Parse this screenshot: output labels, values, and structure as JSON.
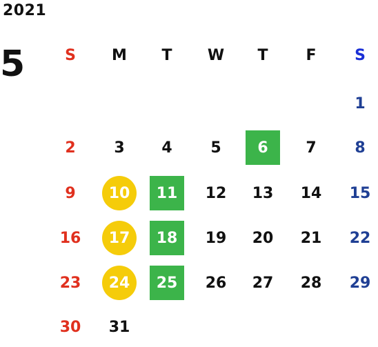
{
  "calendar": {
    "year": "2021",
    "month": "5",
    "weekdays": [
      {
        "label": "S",
        "kind": "sun"
      },
      {
        "label": "M",
        "kind": "wd"
      },
      {
        "label": "T",
        "kind": "wd"
      },
      {
        "label": "W",
        "kind": "wd"
      },
      {
        "label": "T",
        "kind": "wd"
      },
      {
        "label": "F",
        "kind": "wd"
      },
      {
        "label": "S",
        "kind": "sat"
      }
    ],
    "first_weekday_index": 6,
    "days_in_month": 31,
    "highlight_colors": {
      "circle": "#f5cc0a",
      "square": "#3cb44a"
    },
    "circle_days": [
      10,
      17,
      24
    ],
    "square_days": [
      6,
      11,
      18,
      25
    ]
  }
}
